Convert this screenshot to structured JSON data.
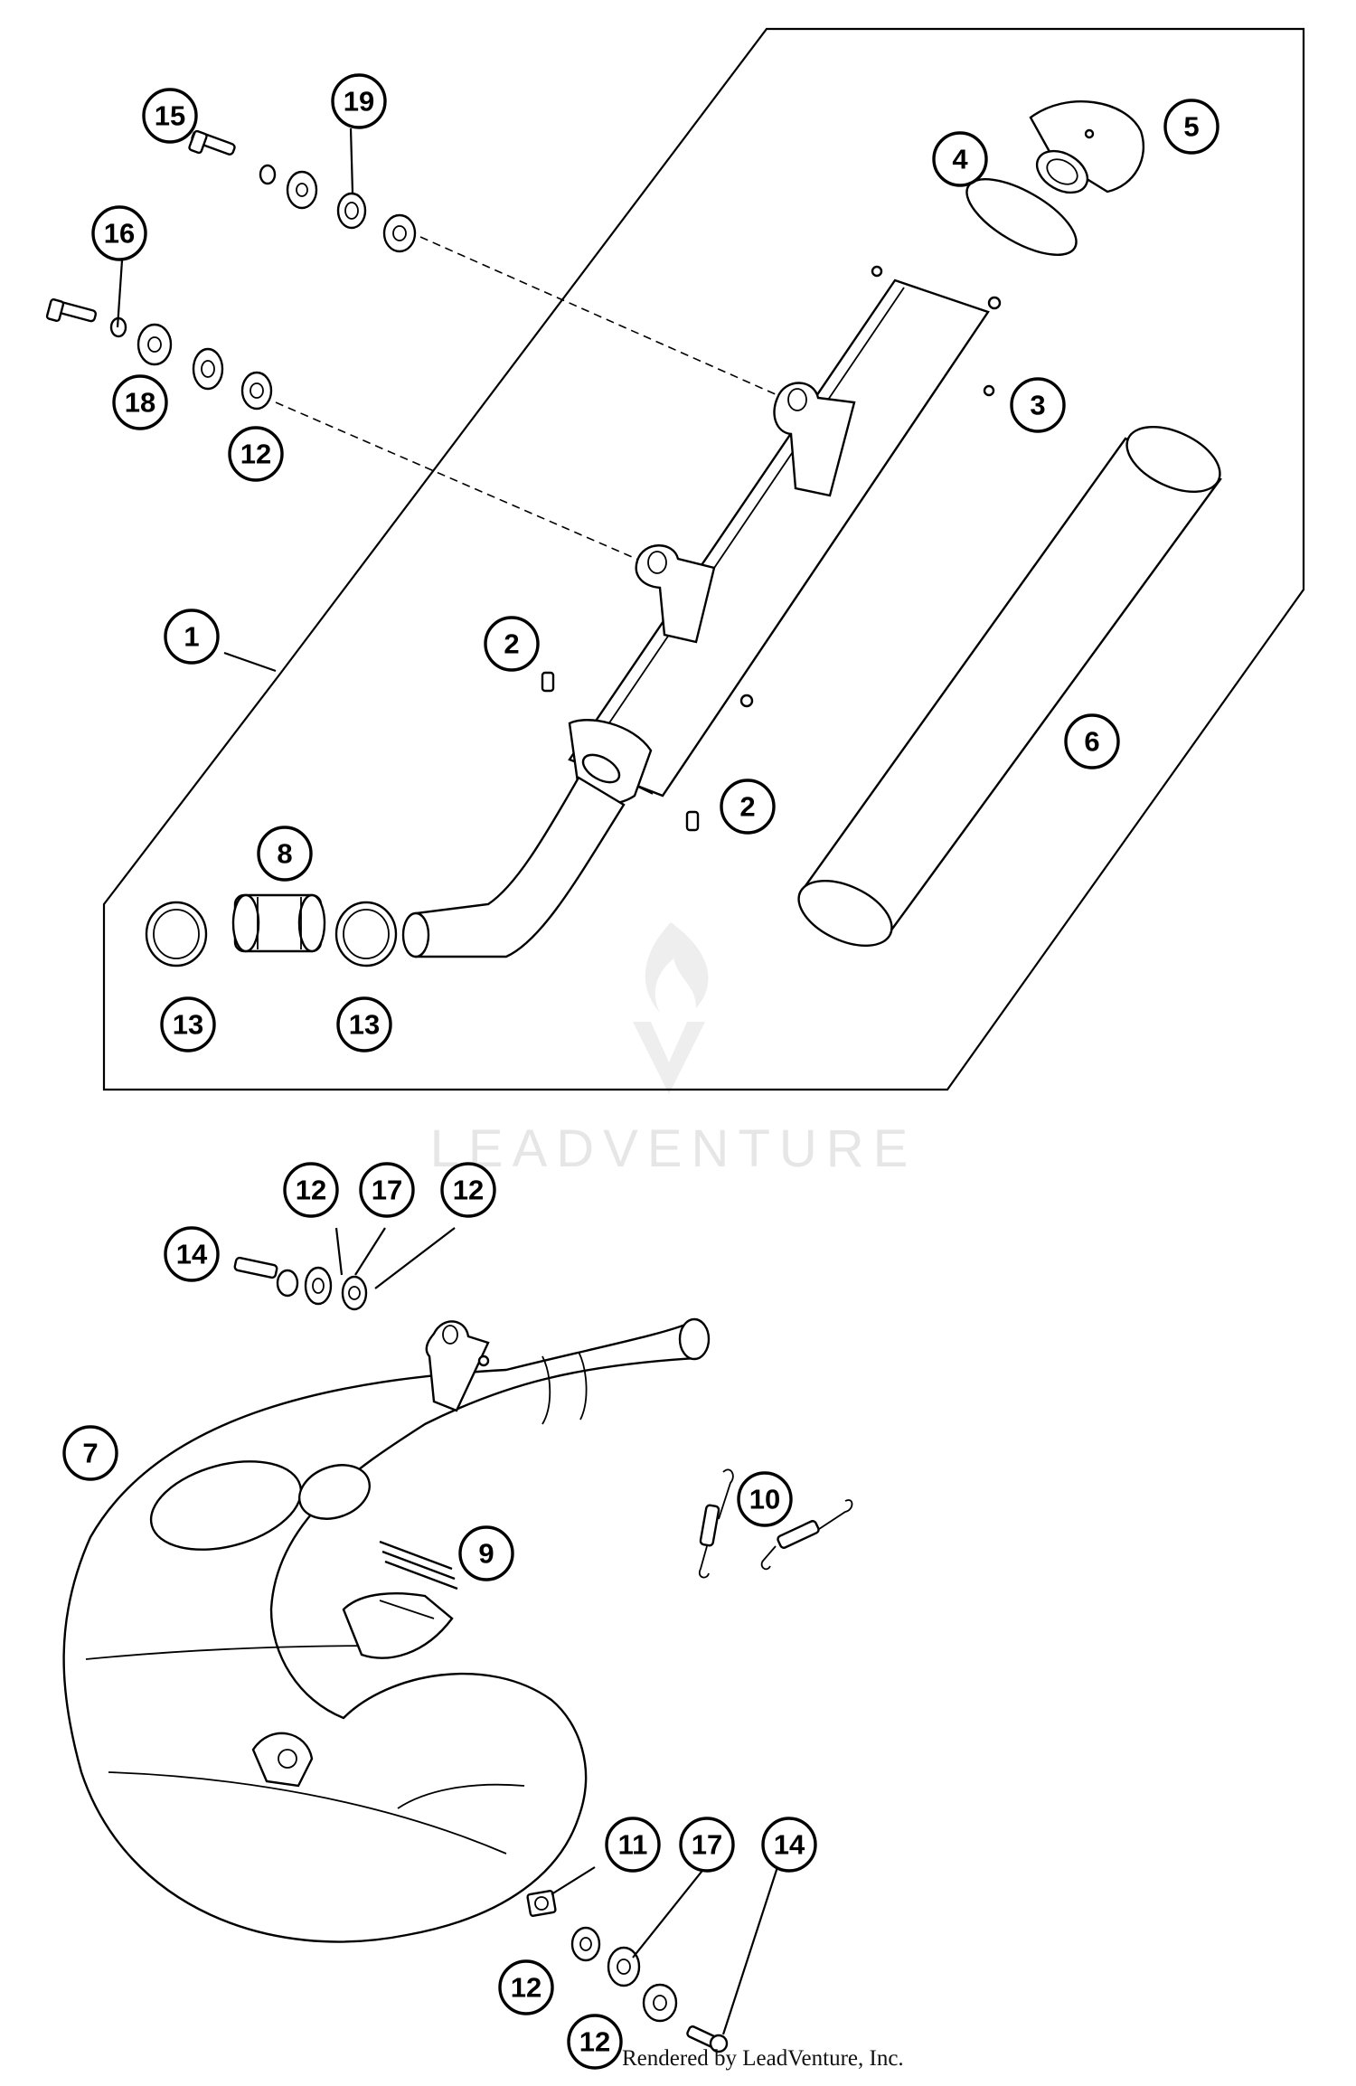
{
  "callouts": {
    "c1": "1",
    "c2a": "2",
    "c2b": "2",
    "c3": "3",
    "c4": "4",
    "c5": "5",
    "c6": "6",
    "c7": "7",
    "c8": "8",
    "c9": "9",
    "c10": "10",
    "c11": "11",
    "c12a": "12",
    "c12b": "12",
    "c12c": "12",
    "c12d": "12",
    "c12e": "12",
    "c13a": "13",
    "c13b": "13",
    "c14a": "14",
    "c14b": "14",
    "c15": "15",
    "c16": "16",
    "c17a": "17",
    "c17b": "17",
    "c18": "18",
    "c19": "19"
  },
  "watermark": "LEADVENTURE",
  "credit": "Rendered by LeadVenture, Inc."
}
